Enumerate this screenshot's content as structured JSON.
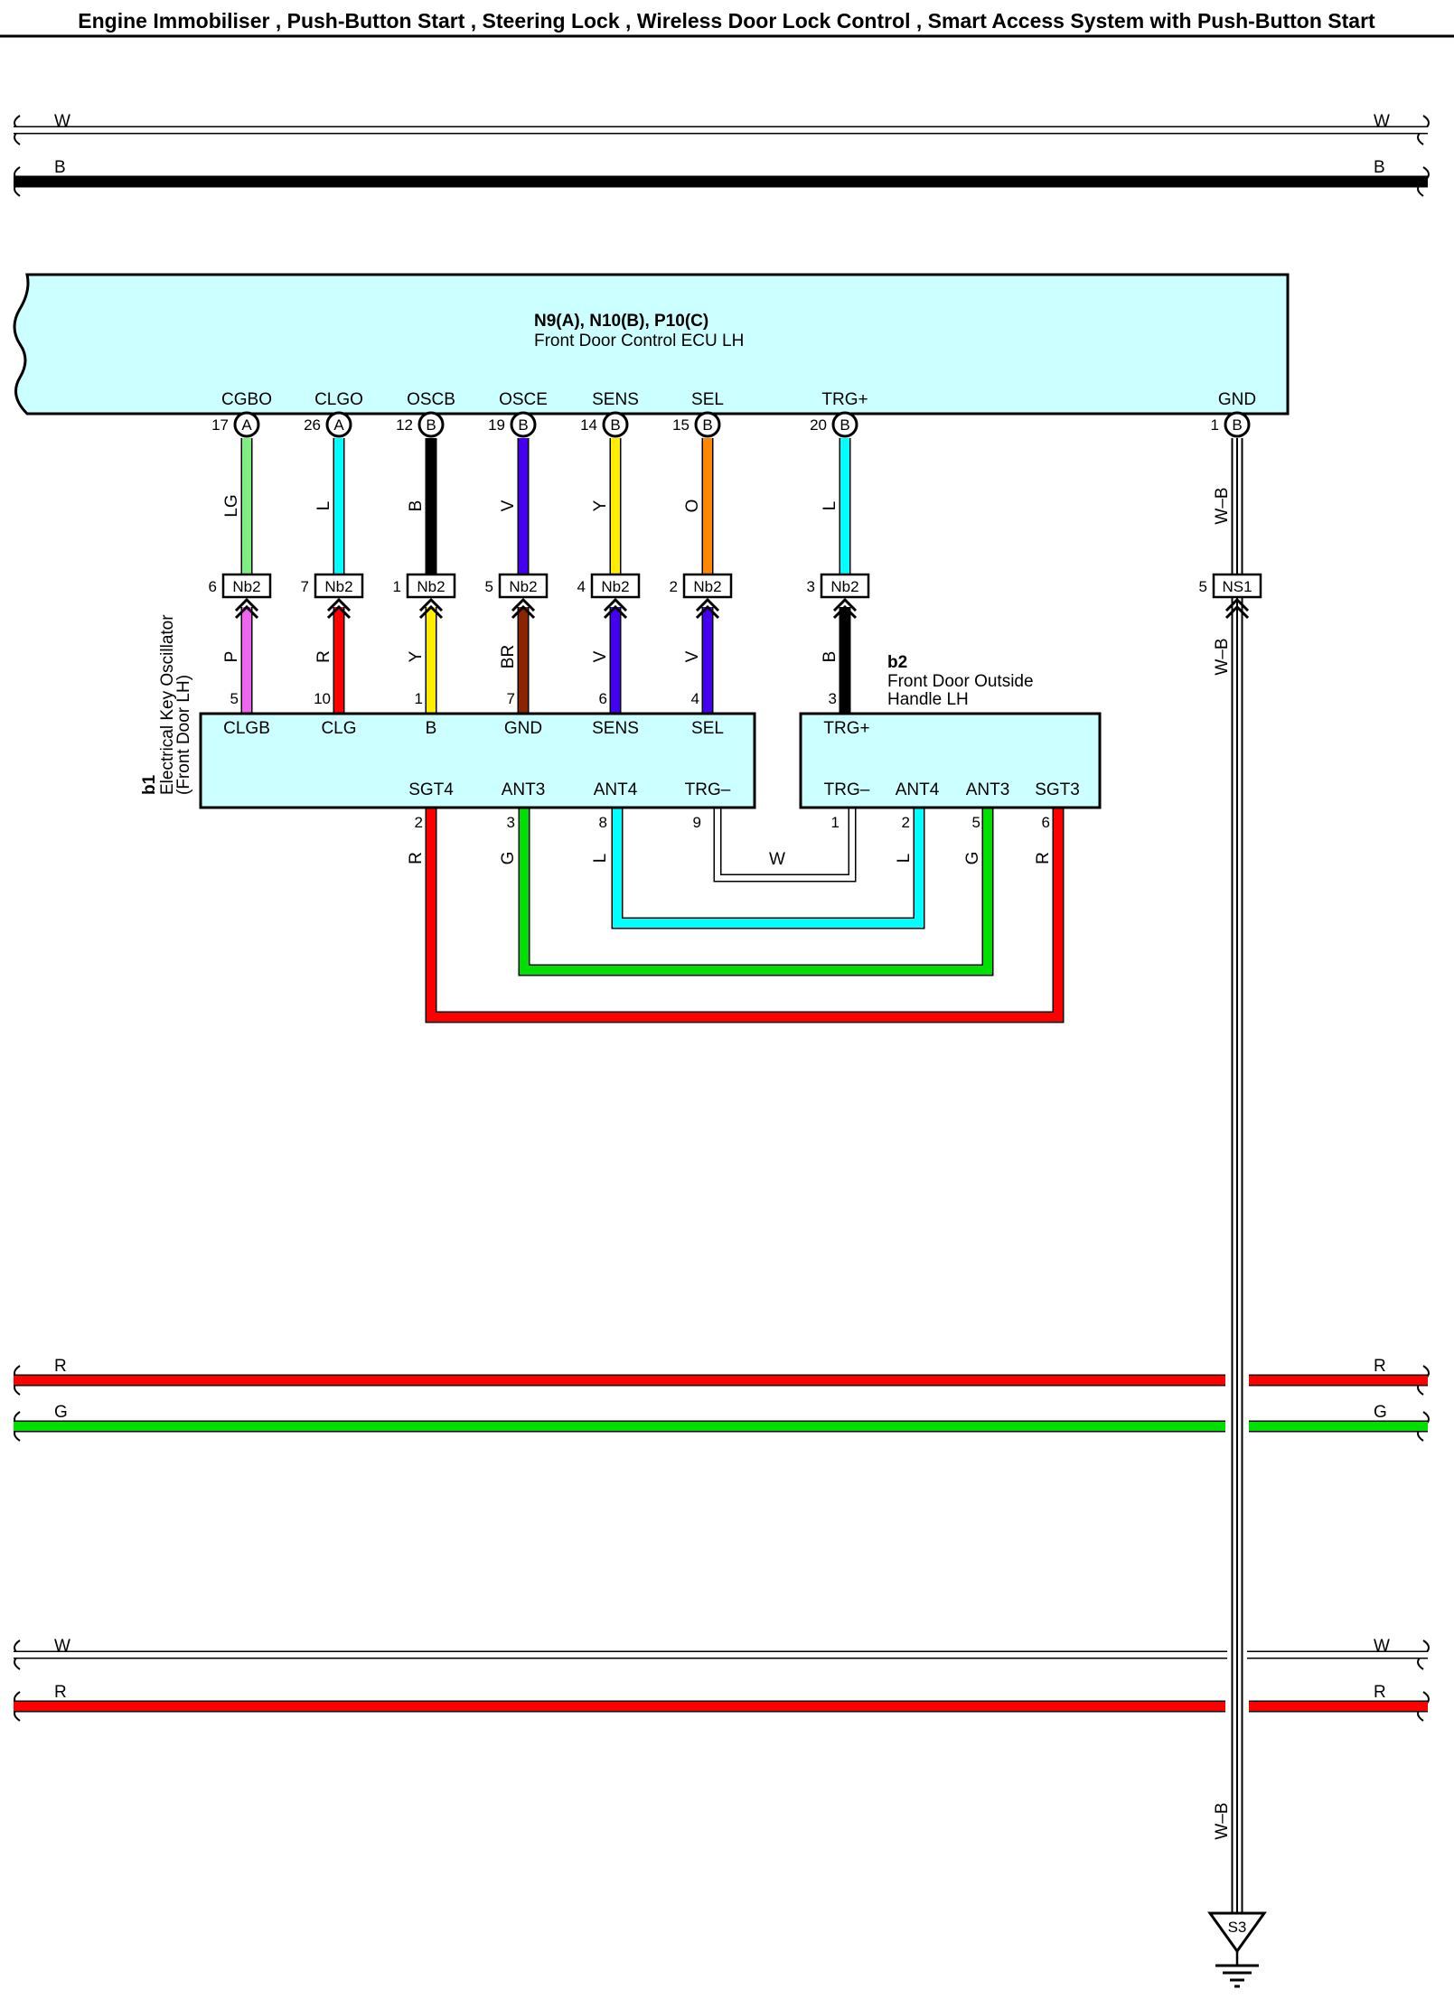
{
  "title": "Engine Immobiliser , Push-Button Start , Steering Lock , Wireless Door Lock Control , Smart Access System with Push-Button Start",
  "buses": [
    {
      "color_code": "W",
      "hex": "#ffffff"
    },
    {
      "color_code": "B",
      "hex": "#000000"
    },
    {
      "color_code": "R",
      "hex": "#ff0000"
    },
    {
      "color_code": "G",
      "hex": "#00e000"
    },
    {
      "color_code": "W",
      "hex": "#ffffff"
    },
    {
      "color_code": "R",
      "hex": "#ff0000"
    }
  ],
  "ecu": {
    "connectors": "N9(A), N10(B), P10(C)",
    "name": "Front Door Control ECU LH",
    "fill": "#ccffff",
    "pins": [
      {
        "name": "CGBO",
        "number": "17",
        "connector": "A",
        "wire": "LG",
        "hex": "#80ee80",
        "junction_pin": "6",
        "junction": "Nb2"
      },
      {
        "name": "CLGO",
        "number": "26",
        "connector": "A",
        "wire": "L",
        "hex": "#00ffff",
        "junction_pin": "7",
        "junction": "Nb2"
      },
      {
        "name": "OSCB",
        "number": "12",
        "connector": "B",
        "wire": "B",
        "hex": "#000000",
        "junction_pin": "1",
        "junction": "Nb2"
      },
      {
        "name": "OSCE",
        "number": "19",
        "connector": "B",
        "wire": "V",
        "hex": "#4400ee",
        "junction_pin": "5",
        "junction": "Nb2"
      },
      {
        "name": "SENS",
        "number": "14",
        "connector": "B",
        "wire": "Y",
        "hex": "#ffee00",
        "junction_pin": "4",
        "junction": "Nb2"
      },
      {
        "name": "SEL",
        "number": "15",
        "connector": "B",
        "wire": "O",
        "hex": "#ff8800",
        "junction_pin": "2",
        "junction": "Nb2"
      },
      {
        "name": "TRG+",
        "number": "20",
        "connector": "B",
        "wire": "L",
        "hex": "#00ffff",
        "junction_pin": "3",
        "junction": "Nb2"
      },
      {
        "name": "GND",
        "number": "1",
        "connector": "B",
        "wire": "W–B",
        "hex": "#ffffff",
        "junction_pin": "5",
        "junction": "NS1"
      }
    ]
  },
  "b1": {
    "id": "b1",
    "name_line1": "Electrical Key Oscillator",
    "name_line2": "(Front Door LH)",
    "top_pins": [
      {
        "name": "CLGB",
        "number": "5",
        "wire": "P",
        "hex": "#ee66ee"
      },
      {
        "name": "CLG",
        "number": "10",
        "wire": "R",
        "hex": "#ff0000"
      },
      {
        "name": "B",
        "number": "1",
        "wire": "Y",
        "hex": "#ffee00"
      },
      {
        "name": "GND",
        "number": "7",
        "wire": "BR",
        "hex": "#8b2500"
      },
      {
        "name": "SENS",
        "number": "6",
        "wire": "V",
        "hex": "#4400ee"
      },
      {
        "name": "SEL",
        "number": "4",
        "wire": "V",
        "hex": "#4400ee"
      }
    ],
    "bottom_pins": [
      {
        "name": "SGT4",
        "number": "2",
        "wire": "R"
      },
      {
        "name": "ANT3",
        "number": "3",
        "wire": "G"
      },
      {
        "name": "ANT4",
        "number": "8",
        "wire": "L"
      },
      {
        "name": "TRG–",
        "number": "9",
        "wire": ""
      }
    ]
  },
  "b2": {
    "id": "b2",
    "name_line1": "Front Door Outside",
    "name_line2": "Handle LH",
    "top_pins": [
      {
        "name": "TRG+",
        "number": "3",
        "wire": "B",
        "hex": "#000000"
      }
    ],
    "bottom_pins": [
      {
        "name": "TRG–",
        "number": "1",
        "wire": ""
      },
      {
        "name": "ANT4",
        "number": "2",
        "wire": "L"
      },
      {
        "name": "ANT3",
        "number": "5",
        "wire": "G"
      },
      {
        "name": "SGT3",
        "number": "6",
        "wire": "R"
      }
    ]
  },
  "loops": [
    {
      "wire": "W",
      "hex": "#ffffff"
    },
    {
      "wire": "L",
      "hex": "#00ffff"
    },
    {
      "wire": "G",
      "hex": "#00e000"
    },
    {
      "wire": "R",
      "hex": "#ff0000"
    }
  ],
  "ground_wire": {
    "wire": "W–B",
    "splice": "S3"
  }
}
